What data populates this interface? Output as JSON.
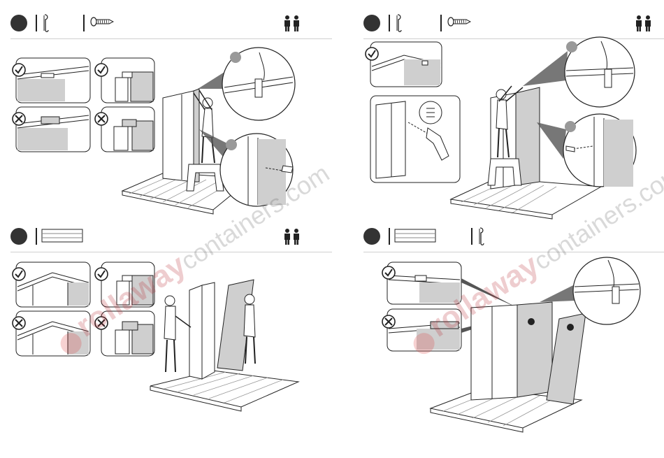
{
  "document": {
    "watermark": {
      "brand": "rollaway",
      "suffix": "containers.com"
    },
    "colors": {
      "panel_fill": "#cfcfcf",
      "line": "#222222",
      "accent_red": "#d33"
    },
    "steps": [
      {
        "position": "top-left",
        "tools": [
          "wall-panel-clip-icon",
          "screw-icon"
        ],
        "people_icon": "two-people-icon"
      },
      {
        "position": "top-right",
        "tools": [
          "wall-panel-clip-icon",
          "screw-icon"
        ],
        "people_icon": "two-people-icon"
      },
      {
        "position": "bottom-left",
        "tools": [
          "wall-panel-icon"
        ],
        "people_icon": "two-people-icon"
      },
      {
        "position": "bottom-right",
        "tools": [
          "wall-panel-icon",
          "wall-panel-clip-icon"
        ],
        "people_icon": ""
      }
    ]
  }
}
